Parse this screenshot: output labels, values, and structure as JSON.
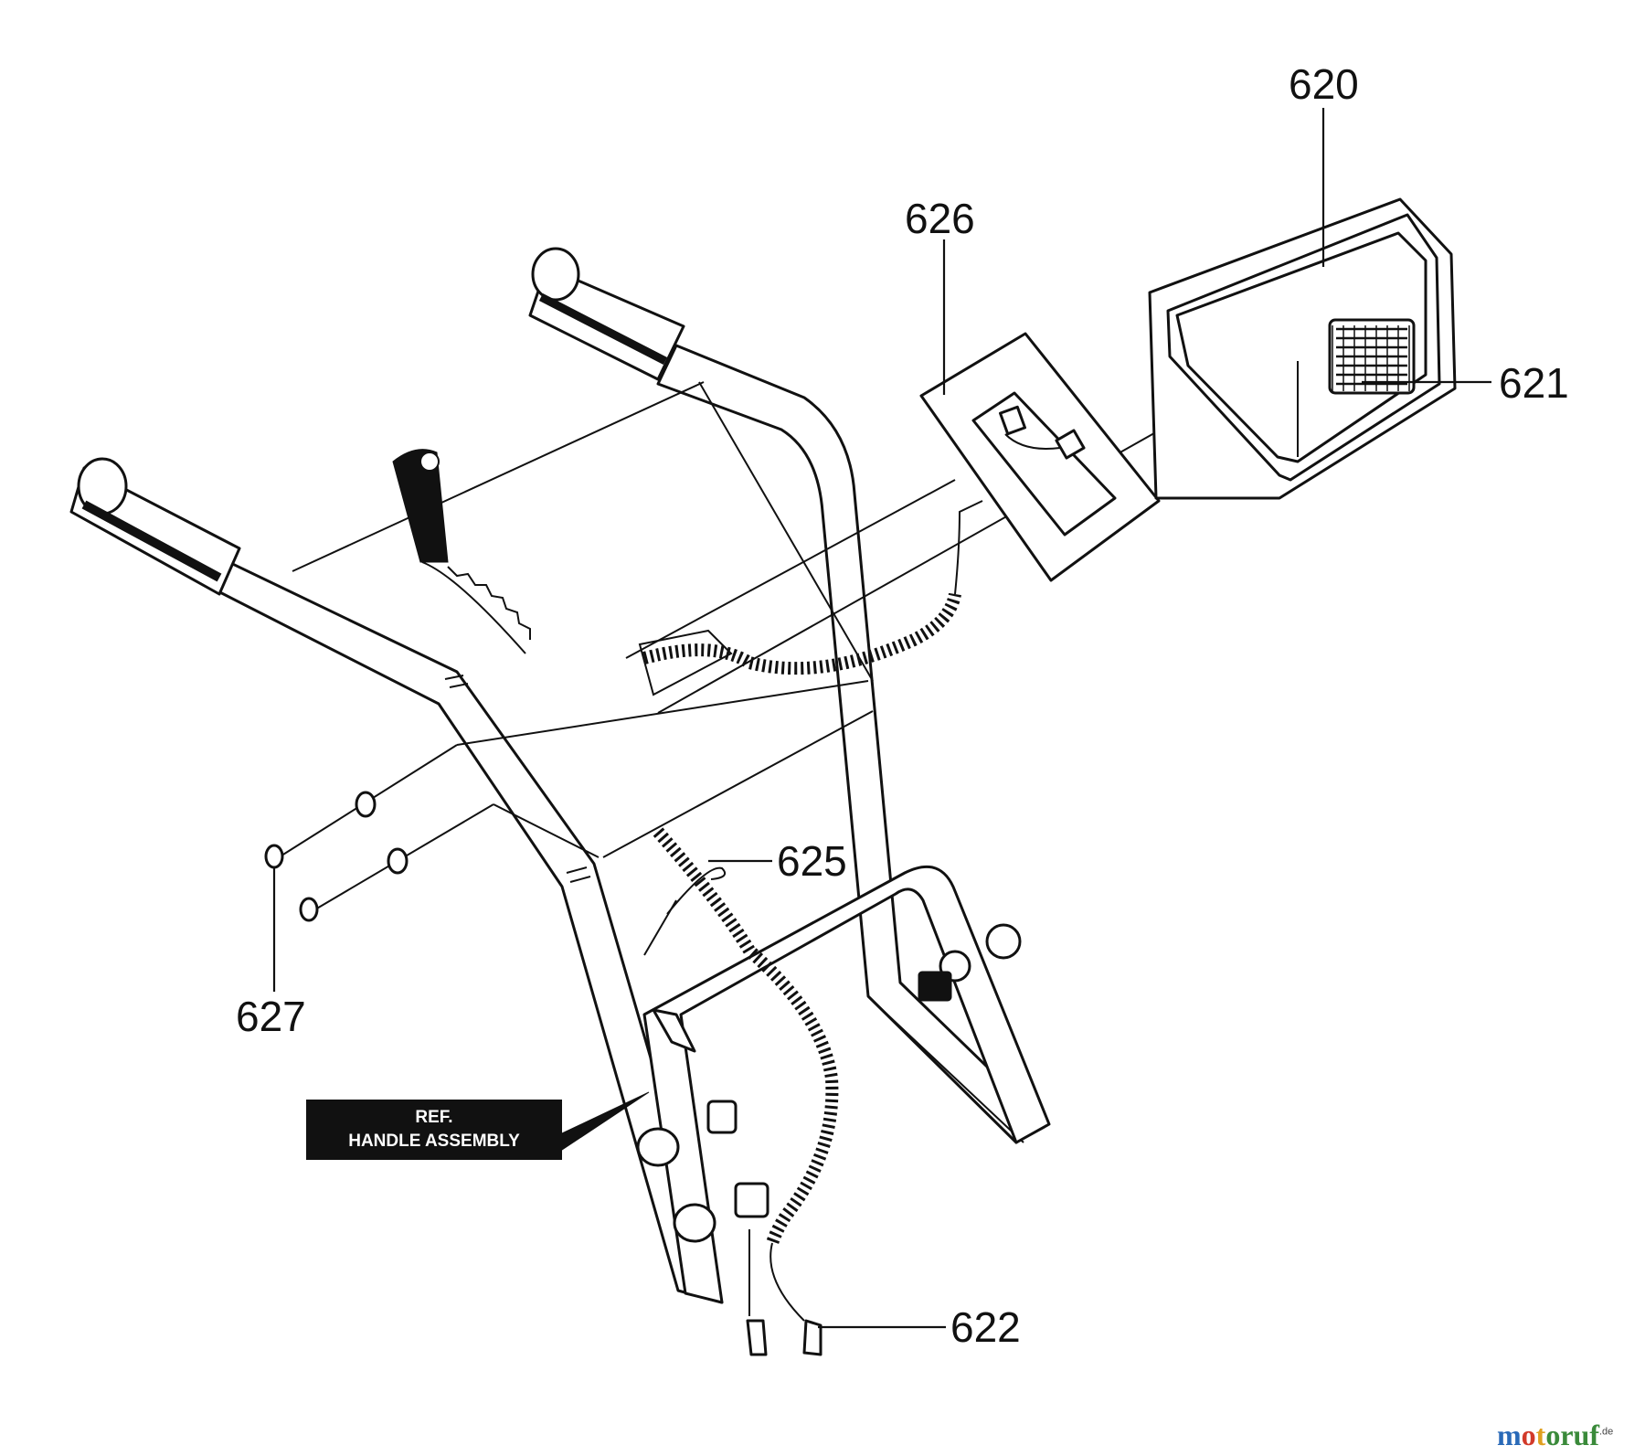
{
  "callouts": {
    "c620": "620",
    "c621": "621",
    "c622": "622",
    "c625": "625",
    "c626": "626",
    "c627": "627"
  },
  "ref_box": {
    "line1": "REF.",
    "line2": "HANDLE ASSEMBLY"
  },
  "watermark": {
    "text": "motoruf",
    "suffix": ".de"
  },
  "colors": {
    "ink": "#111111",
    "background": "#ffffff",
    "watermark_m": "#2a6ab8",
    "watermark_o": "#d23a2a",
    "watermark_t": "#e0a020",
    "watermark_rest": "#3a8a3a"
  }
}
